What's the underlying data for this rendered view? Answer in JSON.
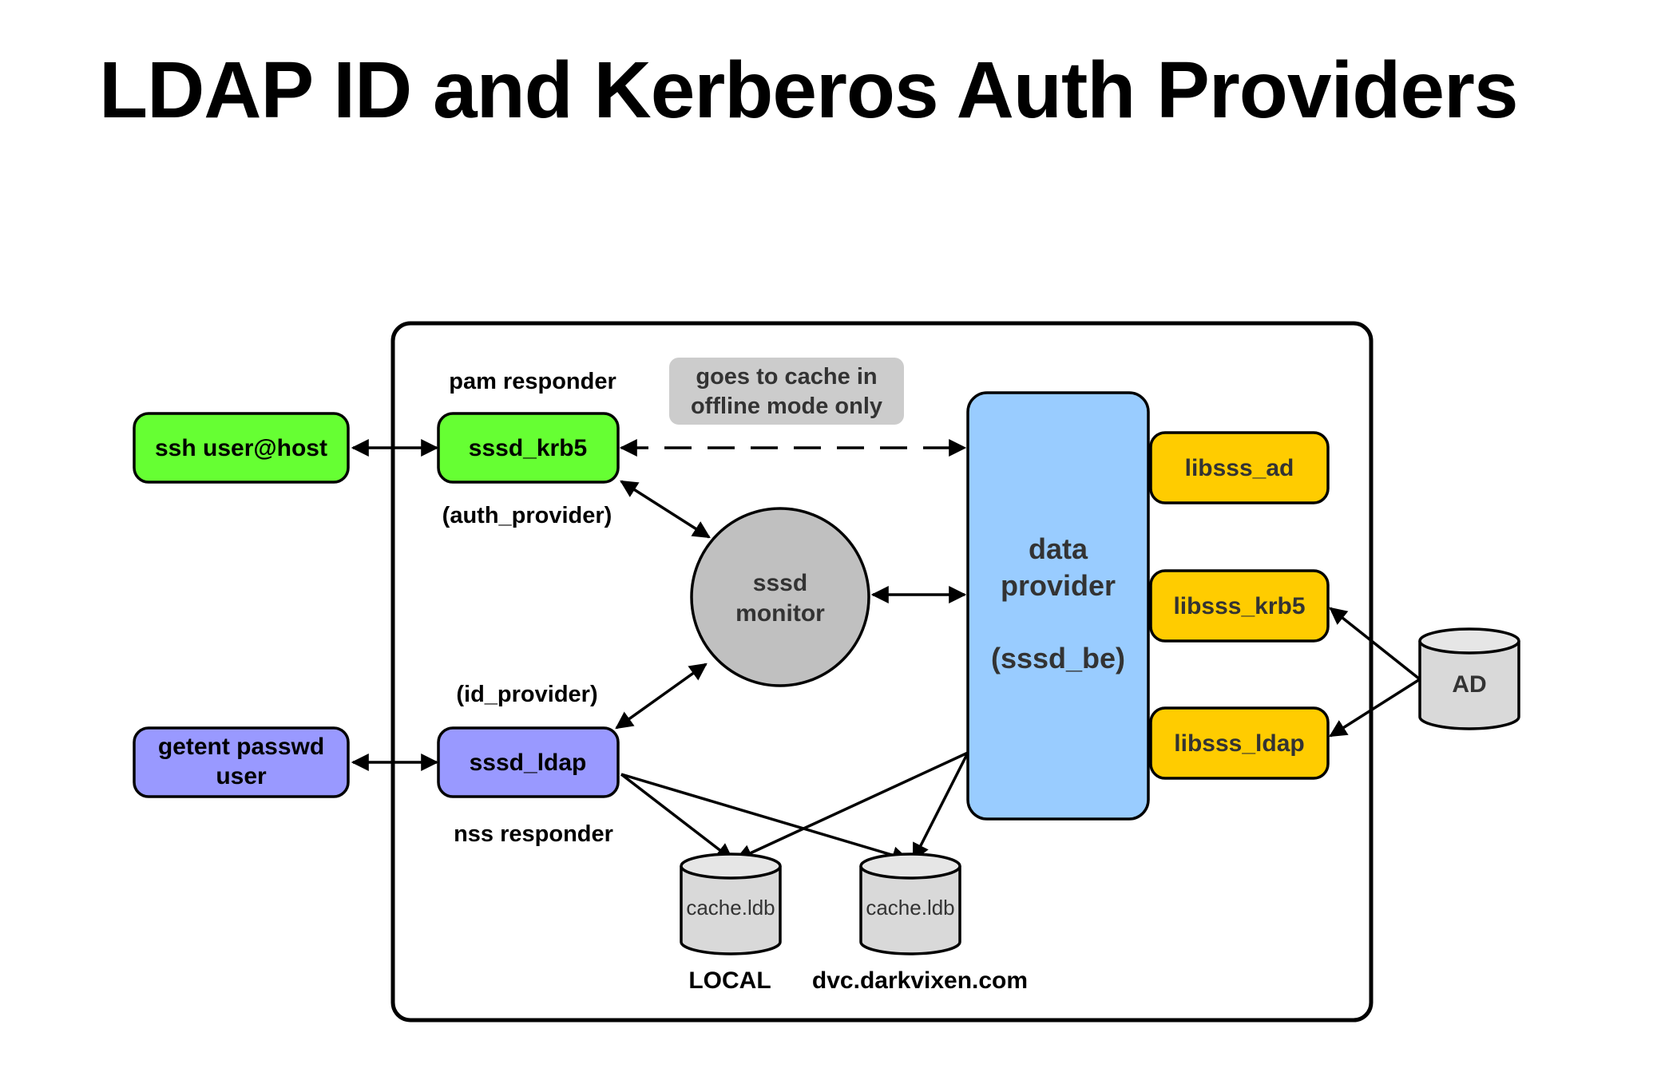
{
  "title": "LDAP ID and Kerberos Auth Providers",
  "colors": {
    "green": "#66ff33",
    "purple": "#9999ff",
    "blue": "#99ccff",
    "yellow": "#ffcc00",
    "gray": "#c0c0c0",
    "note_gray": "#cccccc",
    "db_gray": "#d9d9d9"
  },
  "nodes": {
    "ssh": "ssh user@host",
    "getent_line1": "getent passwd",
    "getent_line2": "user",
    "sssd_krb5": "sssd_krb5",
    "sssd_ldap": "sssd_ldap",
    "monitor_line1": "sssd",
    "monitor_line2": "monitor",
    "dp_line1": "data",
    "dp_line2": "provider",
    "dp_line3": "(sssd_be)",
    "libsss_ad": "libsss_ad",
    "libsss_krb5": "libsss_krb5",
    "libsss_ldap": "libsss_ldap",
    "ad": "AD",
    "cache_local": "cache.ldb",
    "cache_remote": "cache.ldb"
  },
  "labels": {
    "pam_responder": "pam responder",
    "auth_provider": "(auth_provider)",
    "id_provider": "(id_provider)",
    "nss_responder": "nss responder",
    "local": "LOCAL",
    "domain": "dvc.darkvixen.com",
    "note_line1": "goes to cache in",
    "note_line2": "offline mode only"
  }
}
